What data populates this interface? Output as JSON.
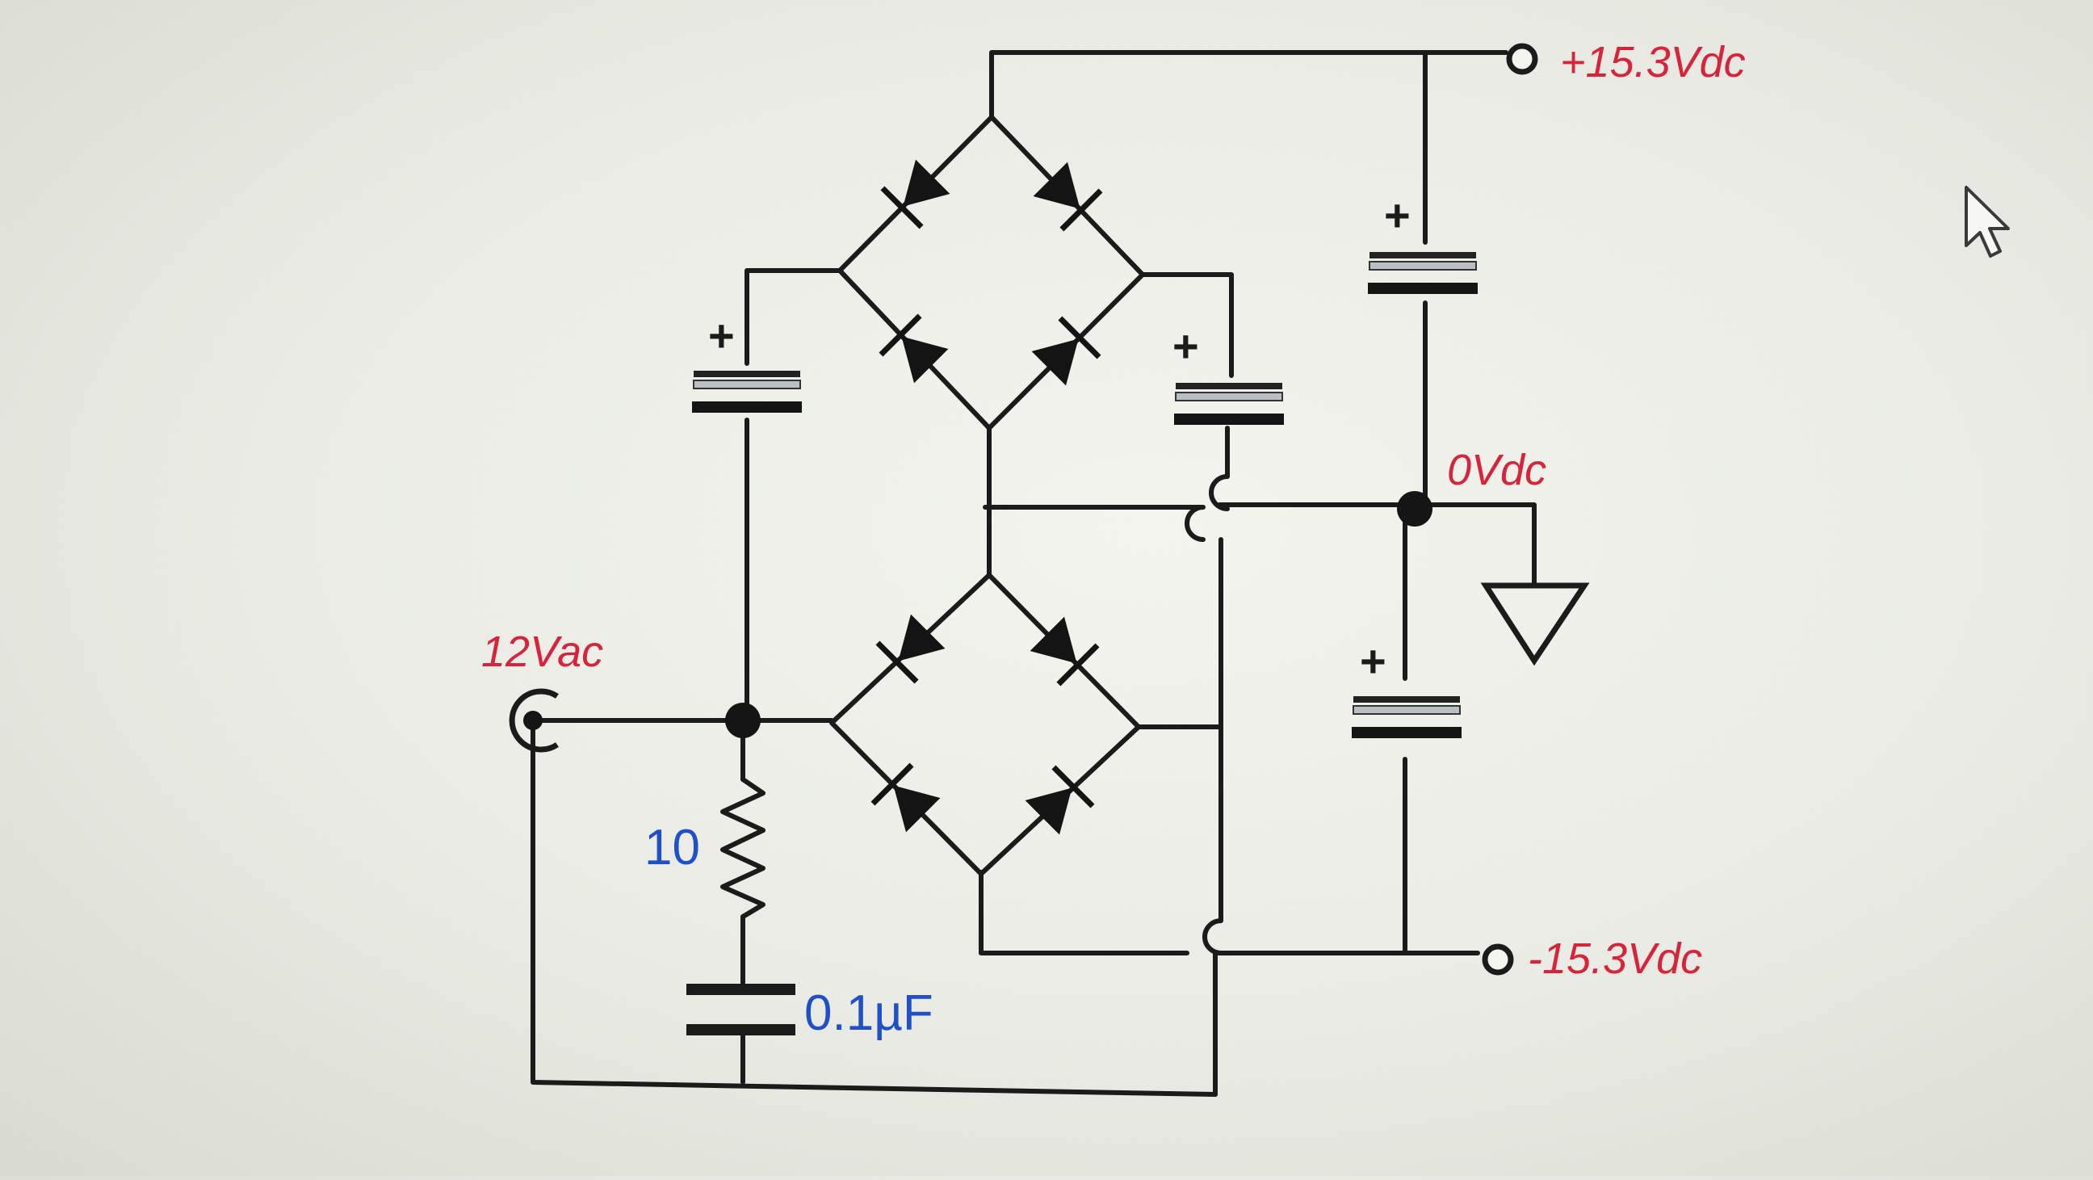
{
  "labels": {
    "vpos": "+15.3Vdc",
    "vneg": "-15.3Vdc",
    "vzero": "0Vdc",
    "vin": "12Vac",
    "resistor": "10",
    "capacitor": "0.1µF"
  },
  "colors": {
    "wire": "#1b1b1b",
    "label_red": "#d8243a",
    "label_blue": "#1f4fc9",
    "background": "#eceee7"
  },
  "icons": {
    "pointer": "mouse-pointer-icon"
  }
}
